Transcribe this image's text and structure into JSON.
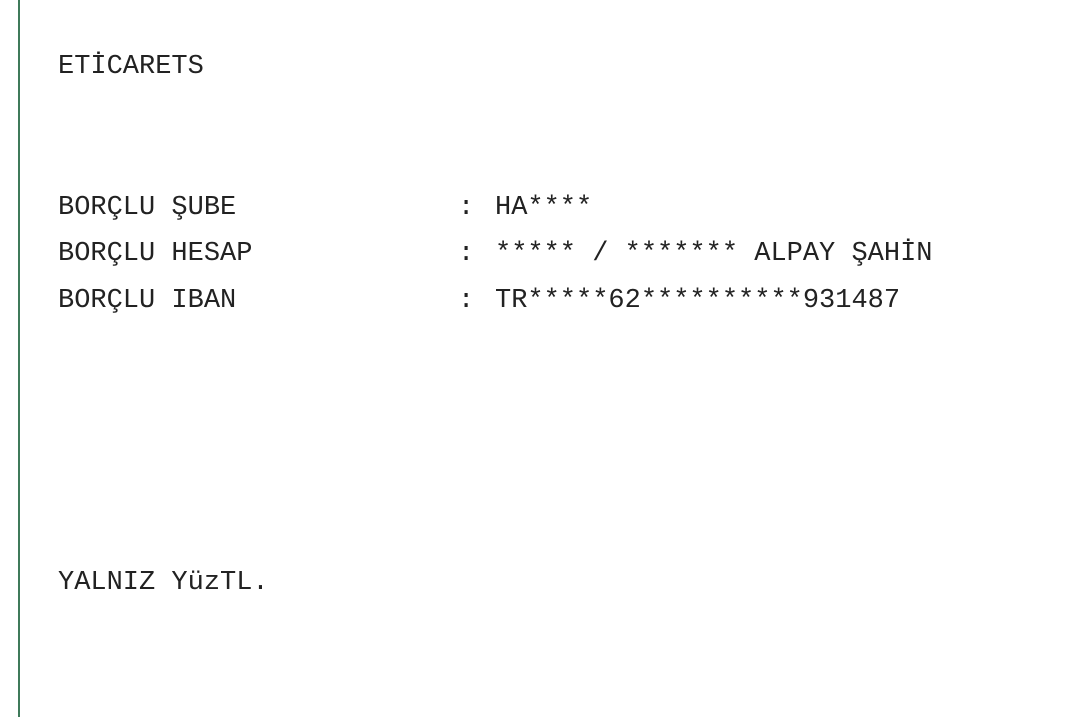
{
  "document": {
    "header": "ETİCARETS",
    "rows": [
      {
        "label": "BORÇLU ŞUBE",
        "separator": ":",
        "value": "HA****"
      },
      {
        "label": "BORÇLU HESAP",
        "separator": ":",
        "value": "***** / ******* ALPAY ŞAHİN"
      },
      {
        "label": "BORÇLU IBAN",
        "separator": ":",
        "value": "TR*****62**********931487"
      }
    ],
    "footer": "YALNIZ YüzTL."
  },
  "colors": {
    "rule": "#3f7a5a",
    "text": "#222222",
    "background": "#ffffff"
  }
}
